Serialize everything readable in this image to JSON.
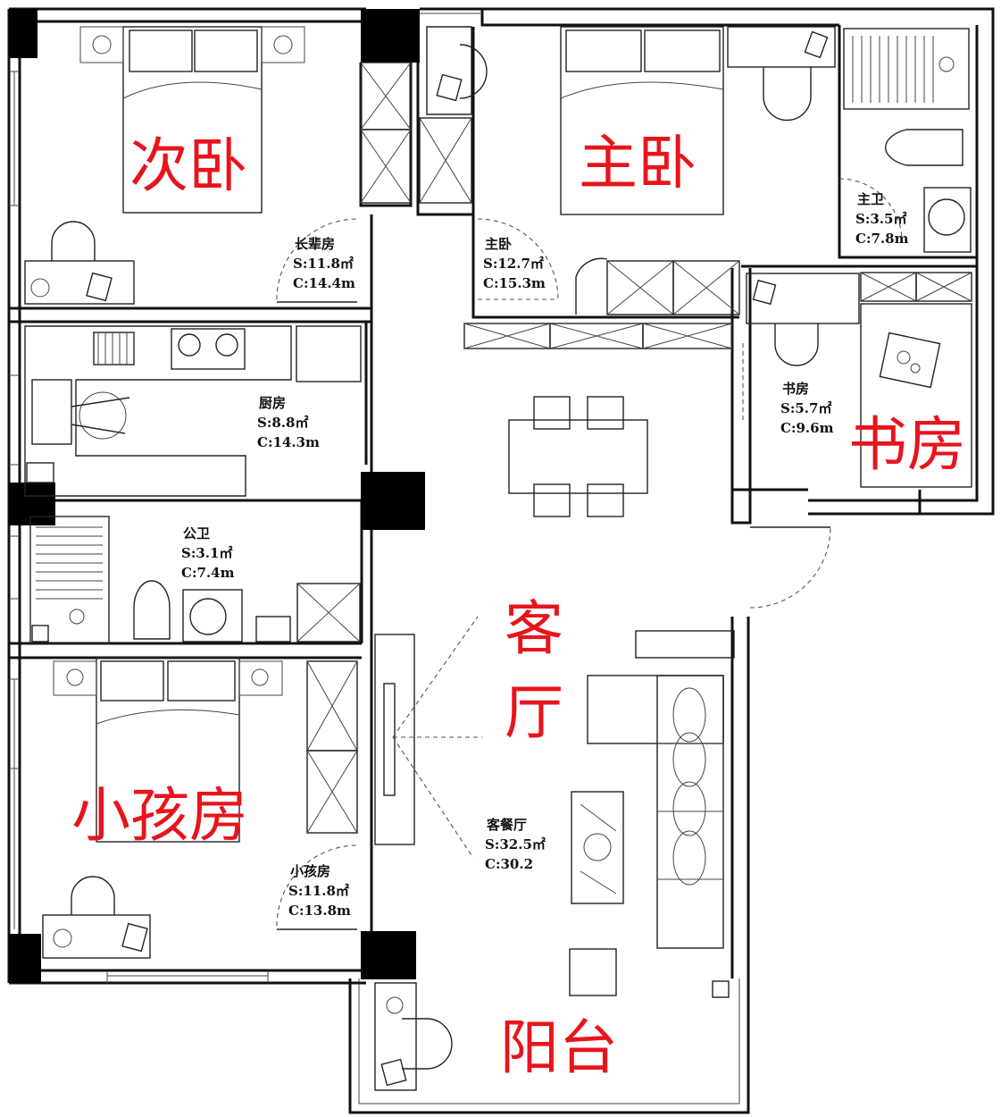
{
  "rooms": {
    "secondary_bedroom": {
      "label": "次卧",
      "name": "长辈房",
      "area": "S:11.8㎡",
      "perimeter": "C:14.4m"
    },
    "master_bedroom": {
      "label": "主卧",
      "name": "主卧",
      "area": "S:12.7㎡",
      "perimeter": "C:15.3m"
    },
    "master_bath": {
      "name": "主卫",
      "area": "S:3.5㎡",
      "perimeter": "C:7.8m"
    },
    "kitchen": {
      "name": "厨房",
      "area": "S:8.8㎡",
      "perimeter": "C:14.3m"
    },
    "study": {
      "label": "书房",
      "name": "书房",
      "area": "S:5.7㎡",
      "perimeter": "C:9.6m"
    },
    "public_bath": {
      "name": "公卫",
      "area": "S:3.1㎡",
      "perimeter": "C:7.4m"
    },
    "living_room": {
      "label_line1": "客",
      "label_line2": "厅",
      "name": "客餐厅",
      "area": "S:32.5㎡",
      "perimeter": "C:30.2"
    },
    "kids_room": {
      "label": "小孩房",
      "name": "小孩房",
      "area": "S:11.8㎡",
      "perimeter": "C:13.8m"
    },
    "balcony": {
      "label": "阳台"
    }
  },
  "colors": {
    "label_red": "#e8141c",
    "line": "#111111"
  }
}
